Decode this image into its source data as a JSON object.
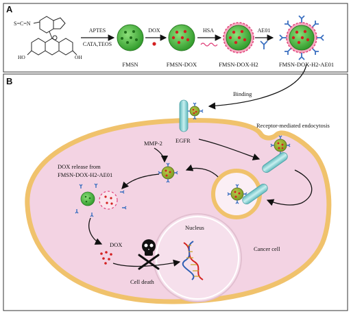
{
  "panel_a": {
    "letter": "A",
    "molecule_label": "S=C=N",
    "oh_left": "HO",
    "oh_right": "OH",
    "step1_top": "APTES",
    "step1_bottom": "CATA,TEOS",
    "step2_top": "DOX",
    "step3_top": "HSA",
    "step4_top": "AE01",
    "products": [
      "FMSN",
      "FMSN-DOX",
      "FMSN-DOX-H2",
      "FMSN-DOX-H2-AE01"
    ]
  },
  "panel_b": {
    "letter": "B",
    "binding": "Binding",
    "egfr": "EGFR",
    "endocytosis": "Receptor-mediated endocytosis",
    "mmp2": "MMP-2",
    "dox_release_line1": "DOX release from",
    "dox_release_line2": "FMSN-DOX-H2-AE01",
    "dox": "DOX",
    "nucleus": "Nucleus",
    "cancer_cell": "Cancer cell",
    "cell_death": "Cell death"
  },
  "colors": {
    "particle_green": "#3aa832",
    "dox_red": "#d32020",
    "hsa_pink": "#f06a90",
    "antibody_blue": "#3a6fc0",
    "cell_fill": "#f3d3e3",
    "membrane": "#f0c26c",
    "receptor": "#8fd6d8"
  }
}
